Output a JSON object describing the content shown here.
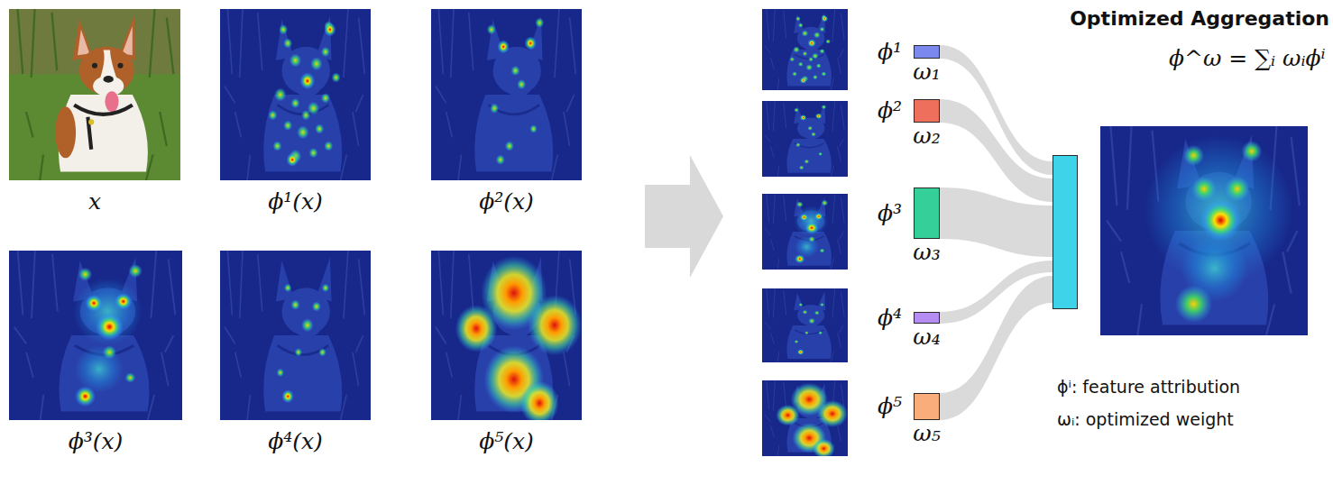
{
  "diagram": {
    "nodes": [
      {
        "text": [
          "x"
        ]
      },
      {
        "text": [
          "ϕ¹(x)"
        ]
      },
      {
        "text": [
          "ϕ²(x)"
        ]
      },
      {
        "text": [
          "ϕ³(x)"
        ]
      },
      {
        "text": [
          "ϕ⁴(x)"
        ]
      },
      {
        "text": [
          "ϕ⁵(x)"
        ]
      },
      {
        "text": [
          "ϕ¹",
          "ω₁"
        ]
      },
      {
        "text": [
          "ϕ²",
          "ω₂"
        ]
      },
      {
        "text": [
          "ϕ³",
          "ω₃"
        ]
      },
      {
        "text": [
          "ϕ⁴",
          "ω₄"
        ]
      },
      {
        "text": [
          "ϕ⁵",
          "ω₅"
        ]
      },
      {
        "text": []
      }
    ],
    "edges": [
      {
        "from": 6,
        "to": 11,
        "arrow": "none"
      },
      {
        "from": 7,
        "to": 11,
        "arrow": "none"
      },
      {
        "from": 8,
        "to": 11,
        "arrow": "none"
      },
      {
        "from": 9,
        "to": 11,
        "arrow": "none"
      },
      {
        "from": 10,
        "to": 11,
        "arrow": "none"
      }
    ],
    "labels": [
      "Optimized Aggregation",
      "ϕ^ω = ∑ᵢ ωᵢϕⁱ",
      "ϕⁱ: feature attribution",
      "ωᵢ: optimized weight"
    ]
  }
}
